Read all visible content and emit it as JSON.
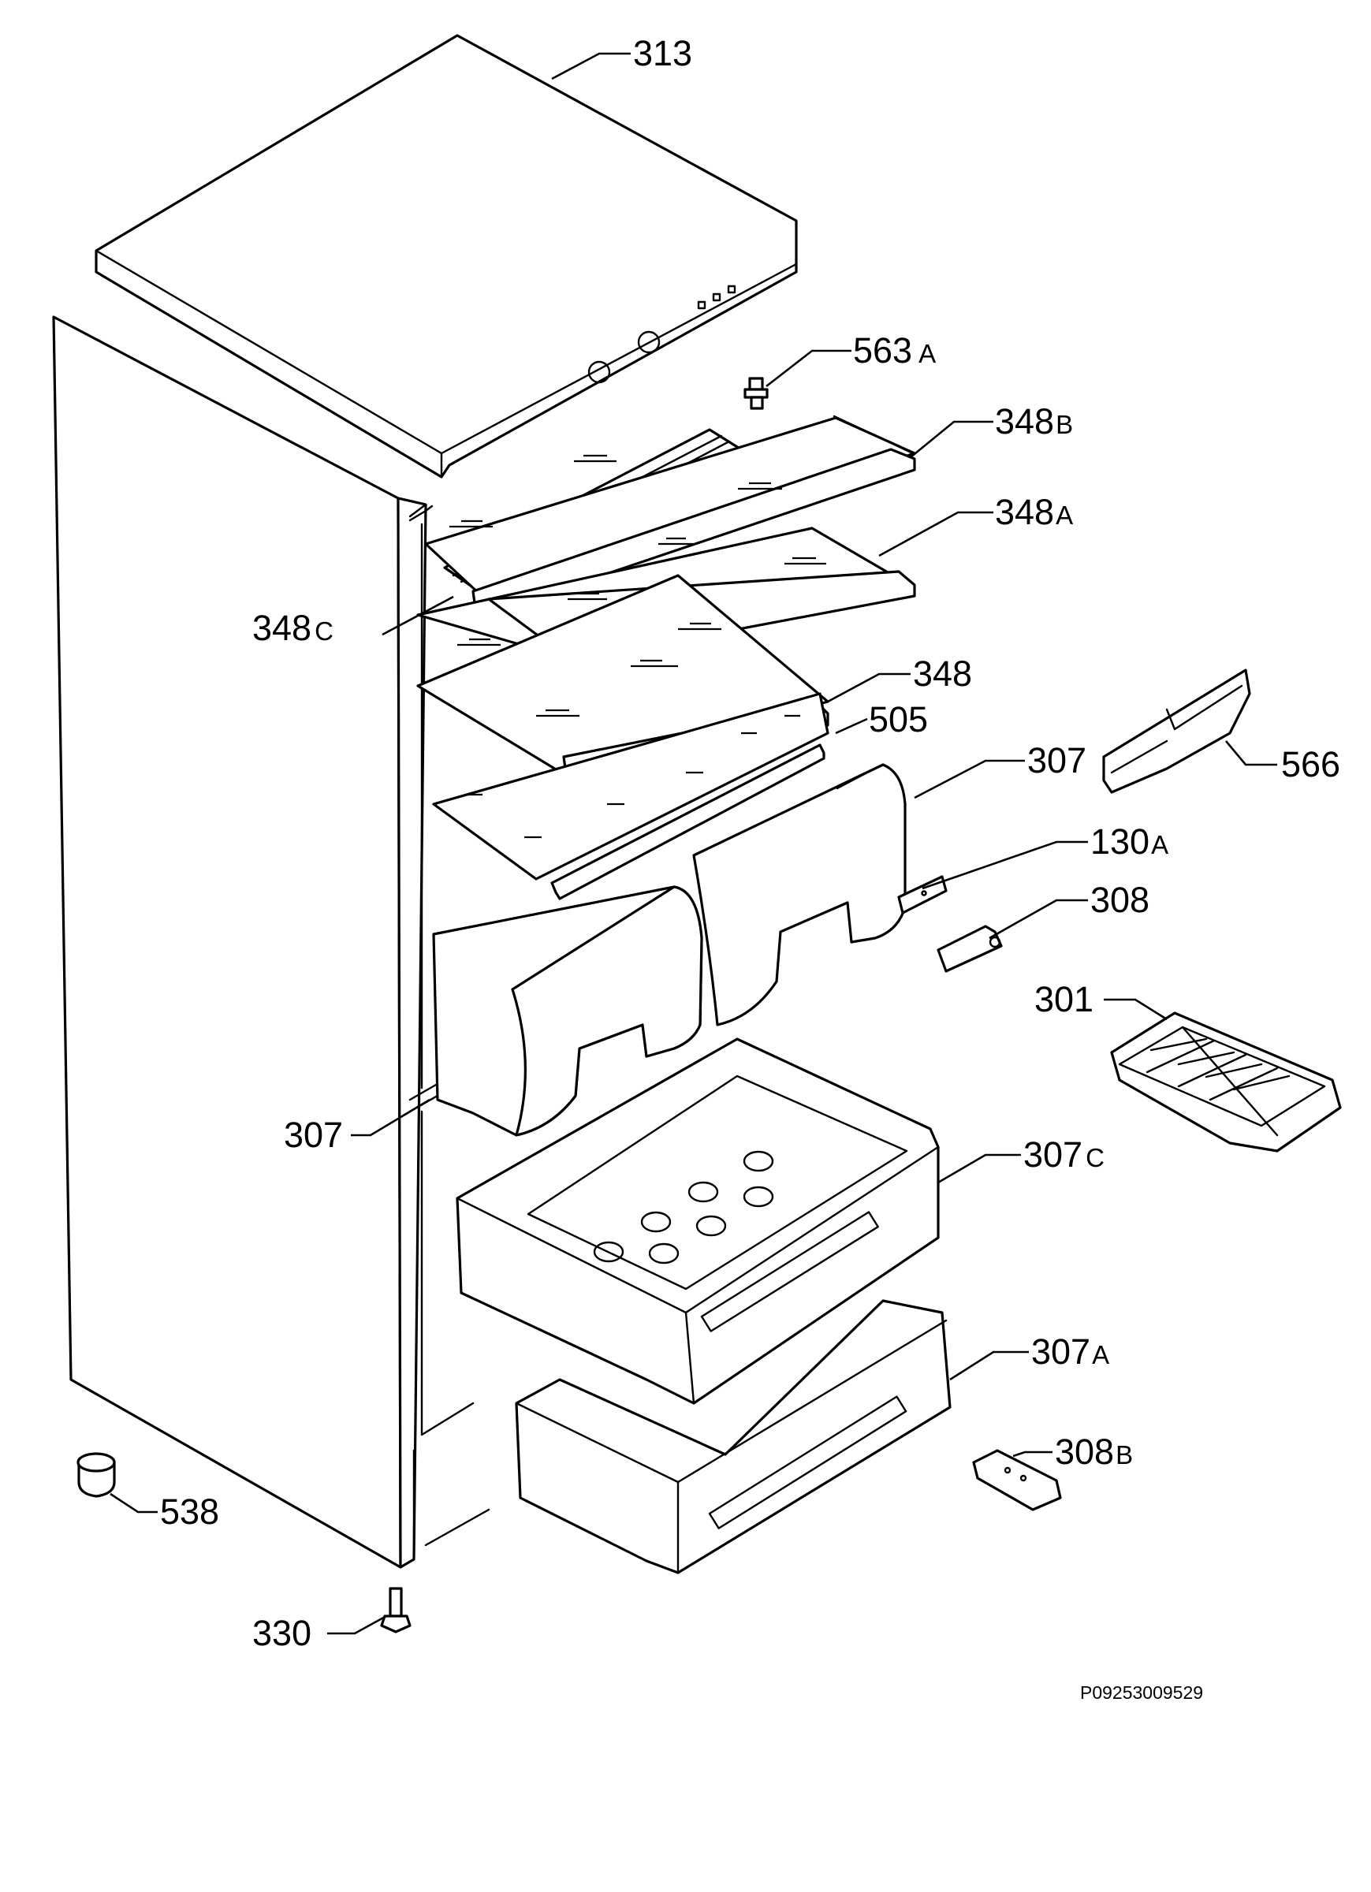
{
  "labels": {
    "l313": {
      "num": "313",
      "suf": ""
    },
    "l563a": {
      "num": "563",
      "suf": "A"
    },
    "l348b": {
      "num": "348",
      "suf": "B"
    },
    "l348a": {
      "num": "348",
      "suf": "A"
    },
    "l348c": {
      "num": "348",
      "suf": "C"
    },
    "l348": {
      "num": "348",
      "suf": ""
    },
    "l505": {
      "num": "505",
      "suf": ""
    },
    "l307t": {
      "num": "307",
      "suf": ""
    },
    "l566": {
      "num": "566",
      "suf": ""
    },
    "l130a": {
      "num": "130",
      "suf": "A"
    },
    "l308": {
      "num": "308",
      "suf": ""
    },
    "l301": {
      "num": "301",
      "suf": ""
    },
    "l307l": {
      "num": "307",
      "suf": ""
    },
    "l307c": {
      "num": "307",
      "suf": "C"
    },
    "l307a": {
      "num": "307",
      "suf": "A"
    },
    "l308b": {
      "num": "308",
      "suf": "B"
    },
    "l538": {
      "num": "538",
      "suf": ""
    },
    "l330": {
      "num": "330",
      "suf": ""
    }
  },
  "reference": "P09253009529"
}
